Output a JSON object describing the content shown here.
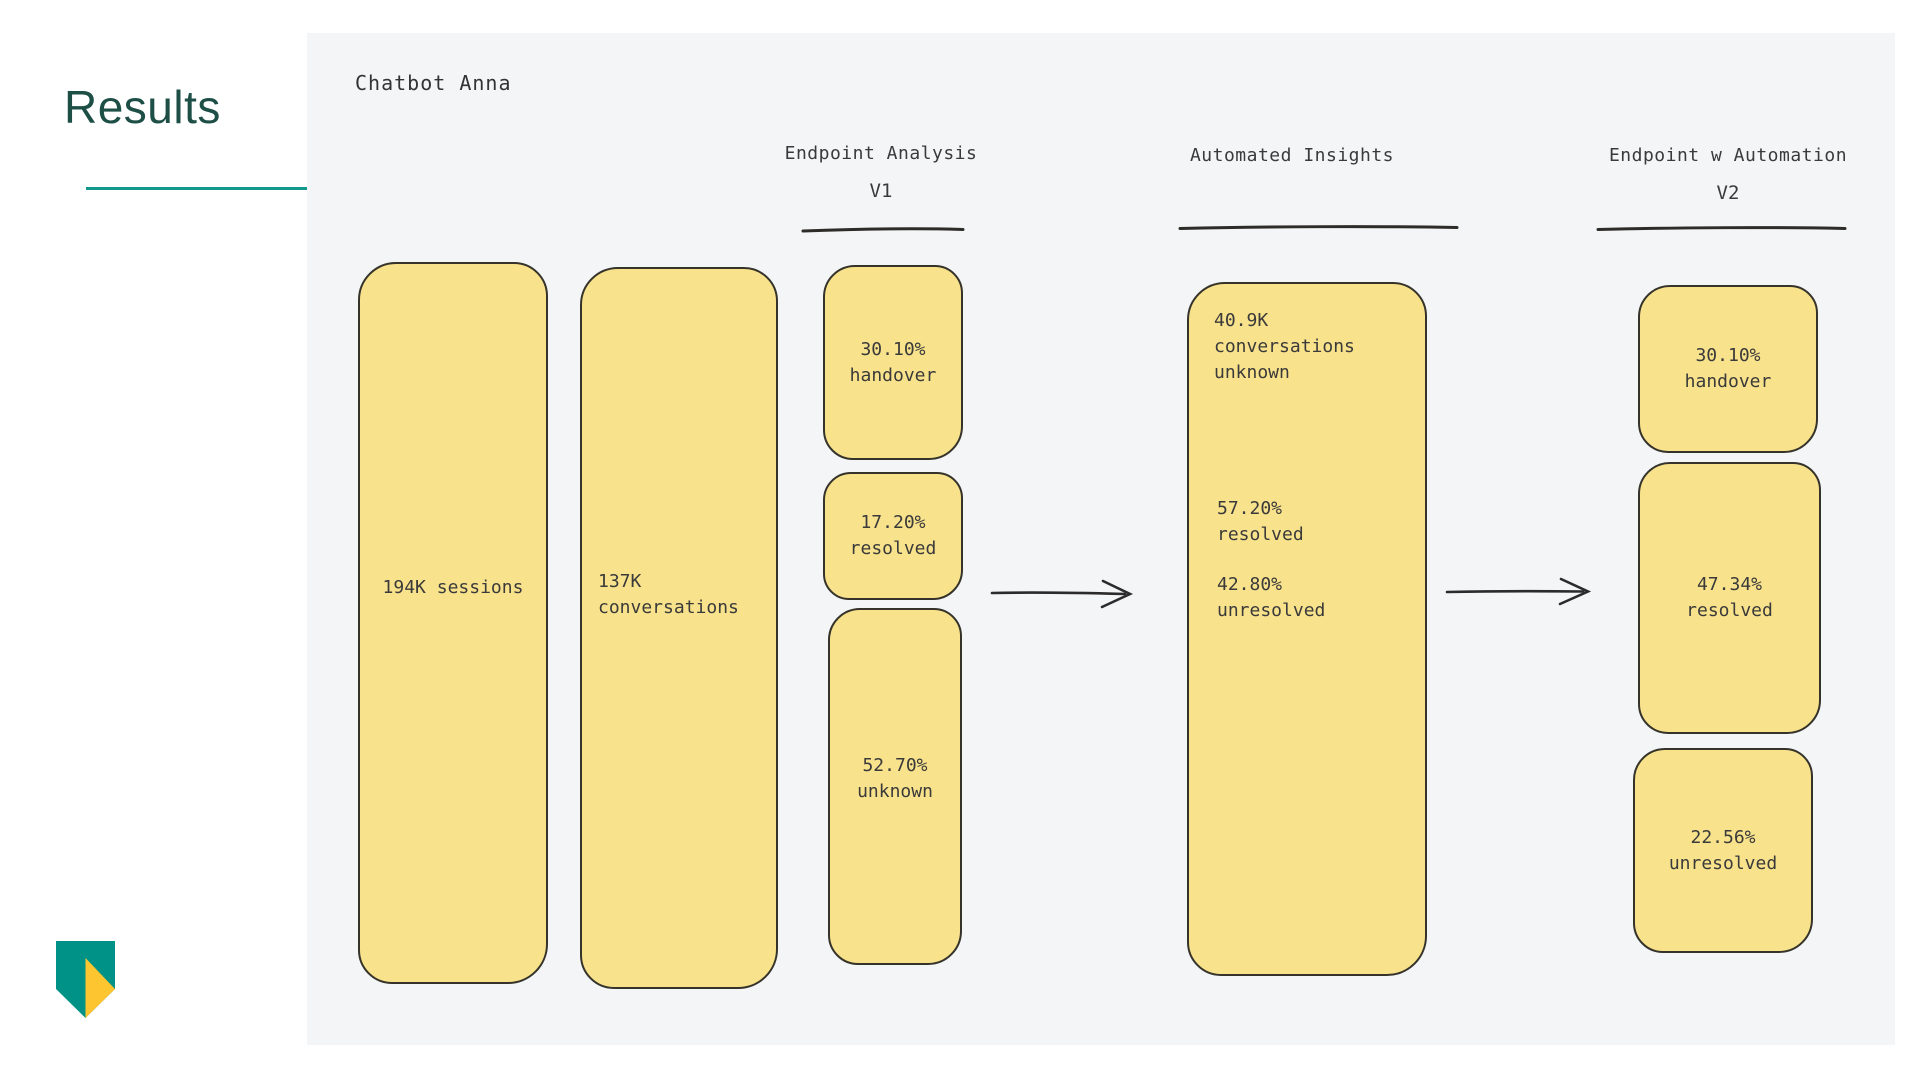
{
  "slide": {
    "title": "Results"
  },
  "diagram": {
    "title": "Chatbot Anna",
    "inputs": [
      {
        "name": "sessions",
        "text": "194K sessions"
      },
      {
        "name": "conversations",
        "text": "137K\nconversations"
      }
    ],
    "stages": [
      {
        "header": "Endpoint Analysis",
        "version": "V1",
        "boxes": [
          {
            "text": "30.10%\nhandover"
          },
          {
            "text": "17.20%\nresolved"
          },
          {
            "text": "52.70%\nunknown"
          }
        ]
      },
      {
        "header": "Automated Insights",
        "version": "",
        "box_segments": [
          "40.9K\nconversations\nunknown",
          "57.20%\nresolved",
          "42.80%\nunresolved"
        ]
      },
      {
        "header": "Endpoint w Automation",
        "version": "V2",
        "boxes": [
          {
            "text": "30.10%\nhandover"
          },
          {
            "text": "47.34%\nresolved"
          },
          {
            "text": "22.56%\nunresolved"
          }
        ]
      }
    ]
  },
  "colors": {
    "accent_teal": "#12988b",
    "title_color": "#1e4f47",
    "logo_teal": "#009286",
    "logo_yellow": "#fdc530",
    "box_fill": "#f8e28c",
    "box_stroke": "#35332a",
    "canvas_bg": "#f4f5f7",
    "diagram_text": "#3a3a3a"
  }
}
